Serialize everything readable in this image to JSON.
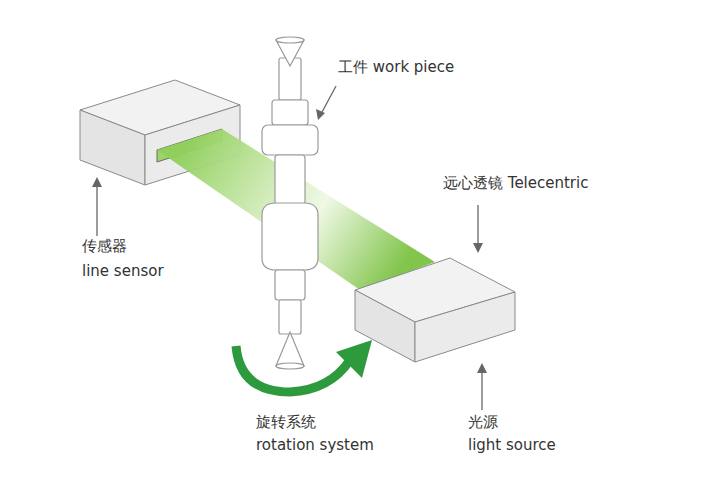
{
  "diagram": {
    "labels": [
      "工件 work piece",
      "远心透镜 Telecentric",
      "传感器",
      "line sensor",
      "旋转系统",
      "rotation system",
      "光源",
      "light source"
    ]
  }
}
